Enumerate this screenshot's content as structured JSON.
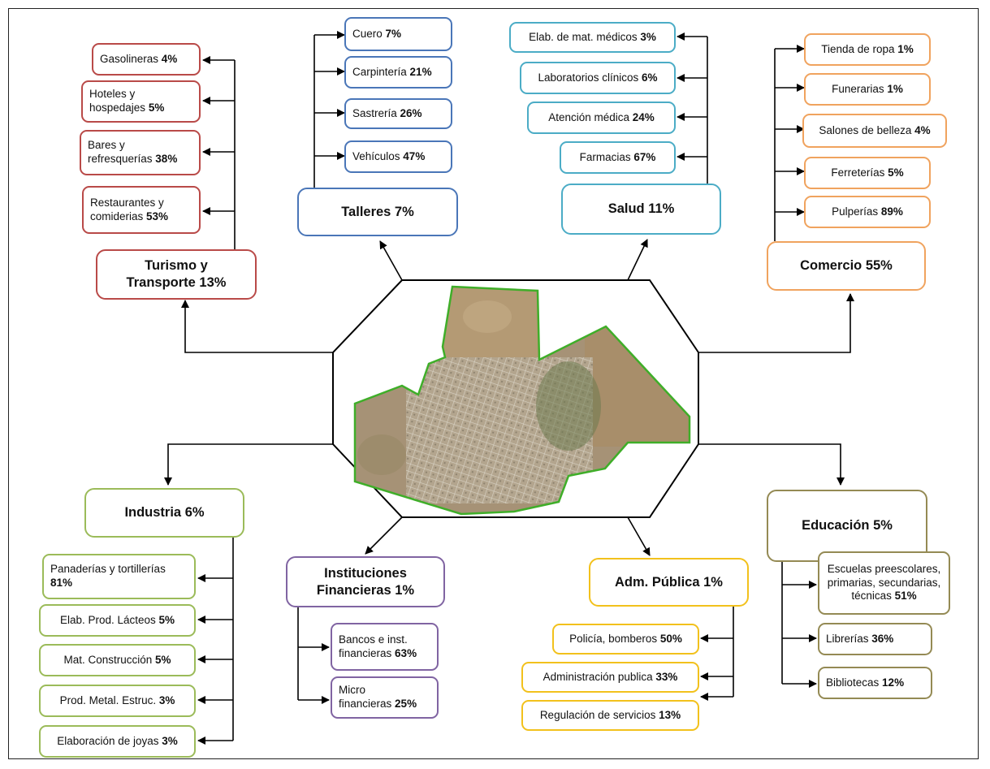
{
  "colors": {
    "turismo": "#b94a48",
    "talleres": "#4a76b8",
    "salud": "#4bacc6",
    "comercio": "#f0a35e",
    "industria": "#9bbb59",
    "instituciones": "#8064a2",
    "adm": "#f2c11c",
    "educacion": "#948a54",
    "map_outline": "#3fae29",
    "connector": "#000000"
  },
  "turismo": {
    "main": {
      "text": "Turismo y",
      "text2": "Transporte 13%"
    },
    "items": [
      {
        "text": "Gasolineras ",
        "pct": "4%"
      },
      {
        "text": "Hoteles y",
        "text2": "hospedajes ",
        "pct": "5%"
      },
      {
        "text": "Bares y",
        "text2": "refresquerías ",
        "pct": "38%"
      },
      {
        "text": "Restaurantes y",
        "text2": "comiderias ",
        "pct": "53%"
      }
    ]
  },
  "talleres": {
    "main": {
      "text": "Talleres 7%"
    },
    "items": [
      {
        "text": "Cuero ",
        "pct": "7%"
      },
      {
        "text": "Carpintería ",
        "pct": "21%"
      },
      {
        "text": "Sastrería ",
        "pct": "26%"
      },
      {
        "text": "Vehículos ",
        "pct": "47%"
      }
    ]
  },
  "salud": {
    "main": {
      "text": "Salud 11%"
    },
    "items": [
      {
        "text": "Elab. de mat. médicos ",
        "pct": "3%"
      },
      {
        "text": "Laboratorios clínicos ",
        "pct": "6%"
      },
      {
        "text": "Atención médica ",
        "pct": "24%"
      },
      {
        "text": "Farmacias ",
        "pct": "67%"
      }
    ]
  },
  "comercio": {
    "main": {
      "text": "Comercio 55%"
    },
    "items": [
      {
        "text": "Tienda de ropa ",
        "pct": "1%"
      },
      {
        "text": "Funerarias ",
        "pct": "1%"
      },
      {
        "text": "Salones de belleza ",
        "pct": "4%"
      },
      {
        "text": "Ferreterías ",
        "pct": "5%"
      },
      {
        "text": "Pulperías ",
        "pct": "89%"
      }
    ]
  },
  "industria": {
    "main": {
      "text": "Industria 6%"
    },
    "items": [
      {
        "text": "Panaderías y tortillerías",
        "pct": "81%"
      },
      {
        "text": "Elab. Prod. Lácteos ",
        "pct": "5%"
      },
      {
        "text": "Mat. Construcción ",
        "pct": "5%"
      },
      {
        "text": "Prod. Metal. Estruc. ",
        "pct": "3%"
      },
      {
        "text": "Elaboración de joyas ",
        "pct": "3%"
      }
    ]
  },
  "instituciones": {
    "main": {
      "text": "Instituciones",
      "text2": "Financieras 1%"
    },
    "items": [
      {
        "text": "Bancos e inst.",
        "text2": "financieras ",
        "pct": "63%"
      },
      {
        "text": "Micro",
        "text2": "financieras ",
        "pct": "25%"
      }
    ]
  },
  "adm": {
    "main": {
      "text": "Adm. Pública 1%"
    },
    "items": [
      {
        "text": "Policía, bomberos ",
        "pct": "50%"
      },
      {
        "text": "Administración publica ",
        "pct": "33%"
      },
      {
        "text": "Regulación de servicios ",
        "pct": "13%"
      }
    ]
  },
  "educacion": {
    "main": {
      "text": "Educación 5%"
    },
    "items": [
      {
        "text": "Escuelas preescolares,",
        "text2": "primarias, secundarias,",
        "text3": "técnicas ",
        "pct": "51%"
      },
      {
        "text": "Librerías ",
        "pct": "36%"
      },
      {
        "text": "Bibliotecas ",
        "pct": "12%"
      }
    ]
  }
}
